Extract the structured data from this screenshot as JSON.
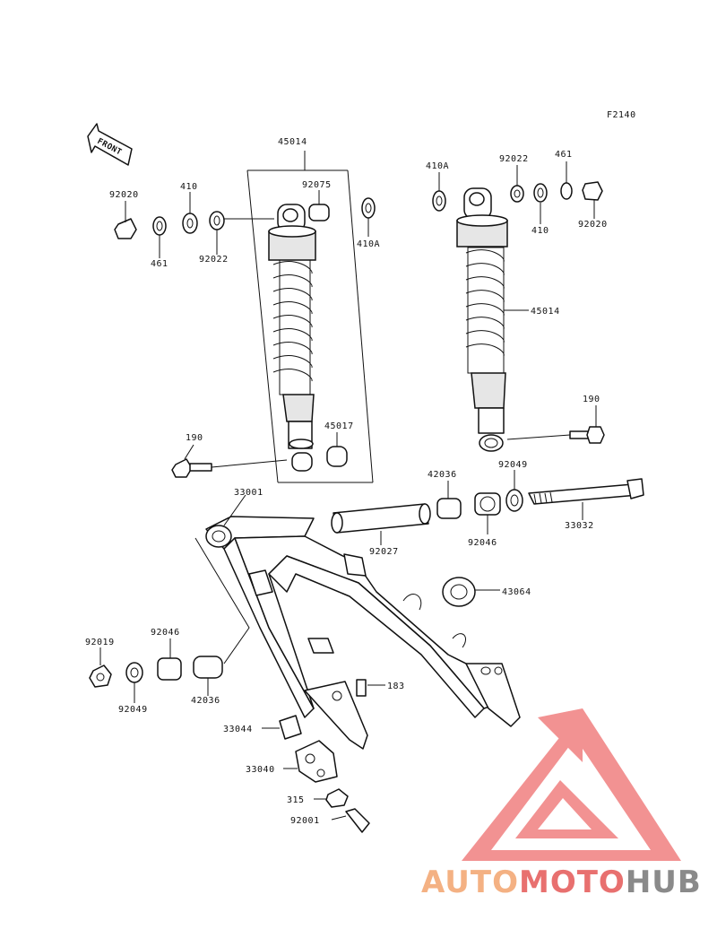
{
  "diagram": {
    "ref": "F2140",
    "front_label": "FRONT",
    "labels": {
      "l45014_top": "45014",
      "l45014_right": "45014",
      "l92020_l": "92020",
      "l92020_r": "92020",
      "l410_l": "410",
      "l410_r": "410",
      "l461_l": "461",
      "l461_r": "461",
      "l92022_l": "92022",
      "l92022_r": "92022",
      "l92075": "92075",
      "l410A_l": "410A",
      "l410A_r": "410A",
      "l190_l": "190",
      "l190_r": "190",
      "l45017": "45017",
      "l33001": "33001",
      "l42036_t": "42036",
      "l42036_b": "42036",
      "l92049_t": "92049",
      "l92049_b": "92049",
      "l92046_t": "92046",
      "l92046_b": "92046",
      "l92027": "92027",
      "l33032": "33032",
      "l43064": "43064",
      "l92019": "92019",
      "l183": "183",
      "l33044": "33044",
      "l33040": "33040",
      "l315": "315",
      "l92001": "92001"
    }
  },
  "watermark": {
    "part1": "AUTO",
    "part2": "MOTO",
    "part3": "HUB",
    "color_auto": "#f4b183",
    "color_moto": "#e8706f",
    "color_hub": "#8a8a8a",
    "logo_color": "#f08080"
  }
}
